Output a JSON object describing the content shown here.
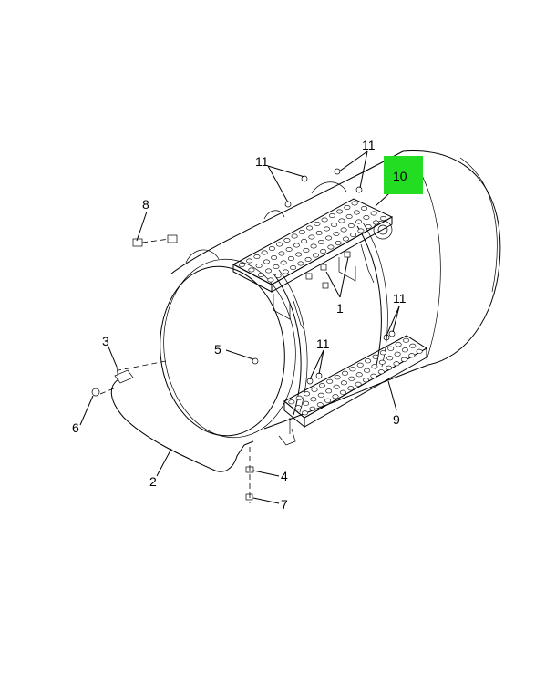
{
  "diagram": {
    "highlight_color": "#22dd22",
    "callouts": [
      {
        "id": "1",
        "label": "1"
      },
      {
        "id": "2",
        "label": "2"
      },
      {
        "id": "3",
        "label": "3"
      },
      {
        "id": "4",
        "label": "4"
      },
      {
        "id": "5",
        "label": "5"
      },
      {
        "id": "6",
        "label": "6"
      },
      {
        "id": "7",
        "label": "7"
      },
      {
        "id": "8",
        "label": "8"
      },
      {
        "id": "9",
        "label": "9"
      },
      {
        "id": "10",
        "label": "10",
        "highlighted": true
      },
      {
        "id": "11a",
        "label": "11"
      },
      {
        "id": "11b",
        "label": "11"
      },
      {
        "id": "11c",
        "label": "11"
      },
      {
        "id": "11d",
        "label": "11"
      }
    ]
  }
}
